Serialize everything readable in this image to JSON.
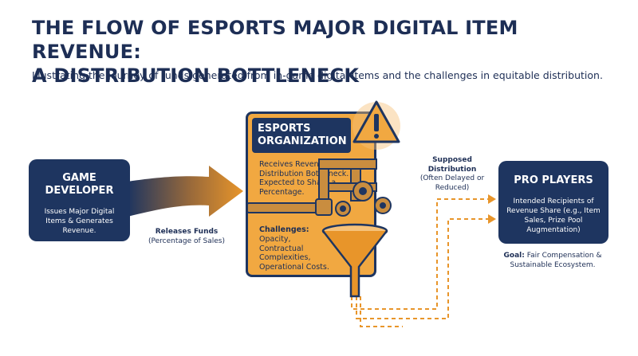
{
  "title_line1": "THE FLOW OF ESPORTS MAJOR DIGITAL ITEM REVENUE:",
  "title_line2": "A DISTRIBUTION BOTTLENECK",
  "subtitle": "Illustrating the journey of funds generated from in-game digital items and the challenges in equitable distribution.",
  "game_developer": {
    "title_line1": "GAME",
    "title_line2": "DEVELOPER",
    "body": "Issues Major Digital Items & Generates Revenue."
  },
  "releases_funds": {
    "label": "Releases Funds",
    "detail": "(Percentage of Sales)"
  },
  "esports_org": {
    "title_line1": "ESPORTS",
    "title_line2": "ORGANIZATION",
    "body": "Receives Revenue, Distribution Bottleneck. Expected to Share a Percentage.",
    "challenges_label": "Challenges:",
    "challenges_body": "Opacity, Contractual Complexities, Operational Costs."
  },
  "supposed_distribution": {
    "label_line1": "Supposed",
    "label_line2": "Distribution",
    "detail": "(Often Delayed or Reduced)"
  },
  "pro_players": {
    "title": "PRO PLAYERS",
    "body": "Intended Recipients of Revenue Share (e.g., Item Sales, Prize Pool Augmentation)"
  },
  "goal": {
    "label": "Goal:",
    "text": "Fair Compensation & Sustainable Ecosystem."
  },
  "icons": [
    "warning-icon",
    "pipe-icon",
    "gear-icon",
    "funnel-icon"
  ],
  "colors": {
    "navy": "#1e3560",
    "orange": "#f1a841",
    "accent_orange": "#e8952a"
  }
}
